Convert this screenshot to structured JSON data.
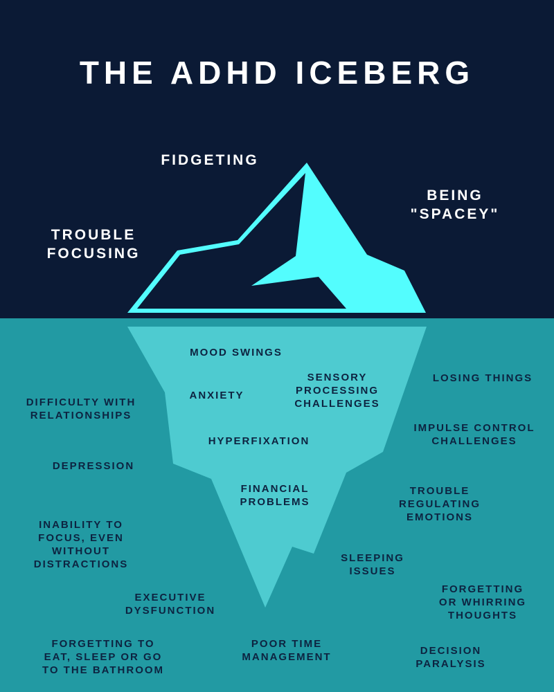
{
  "title": "THE ADHD ICEBERG",
  "colors": {
    "sky": "#0b1a35",
    "sea": "#229aa3",
    "iceberg_under": "#4ecbd0",
    "iceberg_top": "#53fdfe",
    "text_under": "#0d2340"
  },
  "above_water": [
    {
      "lines": [
        "FIDGETING"
      ]
    },
    {
      "lines": [
        "BEING",
        "\"SPACEY\""
      ]
    },
    {
      "lines": [
        "TROUBLE",
        "FOCUSING"
      ]
    }
  ],
  "below_water": [
    {
      "lines": [
        "MOOD SWINGS"
      ]
    },
    {
      "lines": [
        "SENSORY",
        "PROCESSING",
        "CHALLENGES"
      ]
    },
    {
      "lines": [
        "ANXIETY"
      ]
    },
    {
      "lines": [
        "HYPERFIXATION"
      ]
    },
    {
      "lines": [
        "FINANCIAL",
        "PROBLEMS"
      ]
    },
    {
      "lines": [
        "LOSING THINGS"
      ]
    },
    {
      "lines": [
        "DIFFICULTY WITH",
        "RELATIONSHIPS"
      ]
    },
    {
      "lines": [
        "IMPULSE CONTROL",
        "CHALLENGES"
      ]
    },
    {
      "lines": [
        "DEPRESSION"
      ]
    },
    {
      "lines": [
        "TROUBLE",
        "REGULATING",
        "EMOTIONS"
      ]
    },
    {
      "lines": [
        "INABILITY TO",
        "FOCUS, EVEN",
        "WITHOUT",
        "DISTRACTIONS"
      ]
    },
    {
      "lines": [
        "SLEEPING",
        "ISSUES"
      ]
    },
    {
      "lines": [
        "EXECUTIVE",
        "DYSFUNCTION"
      ]
    },
    {
      "lines": [
        "FORGETTING",
        "OR WHIRRING",
        "THOUGHTS"
      ]
    },
    {
      "lines": [
        "FORGETTING TO",
        "EAT, SLEEP OR GO",
        "TO THE BATHROOM"
      ]
    },
    {
      "lines": [
        "POOR TIME",
        "MANAGEMENT"
      ]
    },
    {
      "lines": [
        "DECISION",
        "PARALYSIS"
      ]
    }
  ]
}
